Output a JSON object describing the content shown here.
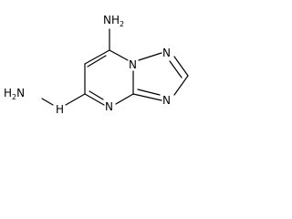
{
  "molecule": {
    "labels": {
      "amine_top": {
        "element": "NH",
        "subscript": "2"
      },
      "hydrazino": {
        "prefix": "H",
        "subscript": "2",
        "suffix": "N"
      },
      "n_hydrazine_link": "H",
      "n_bridge": "N",
      "n_pyrimidine": "N",
      "n_triazole_top": "N",
      "n_triazole_bottom": "N"
    }
  }
}
